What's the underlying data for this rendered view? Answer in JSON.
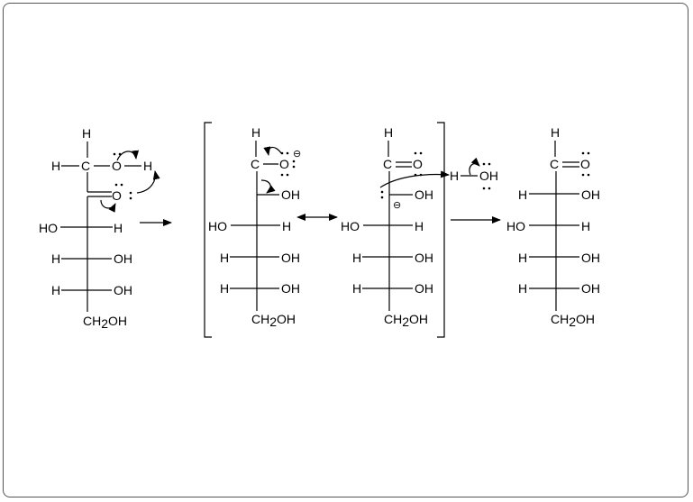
{
  "atoms": {
    "H": "H",
    "C": "C",
    "O": "O",
    "HO": "HO",
    "OH": "OH",
    "CH": "CH",
    "two": "2",
    "minus": "⊖"
  },
  "structures": [
    {
      "name": "reactant",
      "rows": [
        [
          "HO",
          "H"
        ],
        [
          "H",
          "OH"
        ],
        [
          "H",
          "OH"
        ]
      ],
      "bottom": "CH2OH"
    },
    {
      "name": "resonance-a",
      "rows": [
        [
          "HO",
          "H"
        ],
        [
          "H",
          "OH"
        ],
        [
          "H",
          "OH"
        ]
      ],
      "bottom": "CH2OH"
    },
    {
      "name": "resonance-b",
      "rows": [
        [
          "HO",
          "H"
        ],
        [
          "H",
          "OH"
        ],
        [
          "H",
          "OH"
        ]
      ],
      "bottom": "CH2OH"
    },
    {
      "name": "product",
      "rows": [
        [
          "H",
          "OH"
        ],
        [
          "HO",
          "H"
        ],
        [
          "H",
          "OH"
        ],
        [
          "H",
          "OH"
        ]
      ],
      "bottom": "CH2OH"
    }
  ],
  "colors": {
    "frame": "#555555",
    "ink": "#000000",
    "background": "#ffffff"
  }
}
